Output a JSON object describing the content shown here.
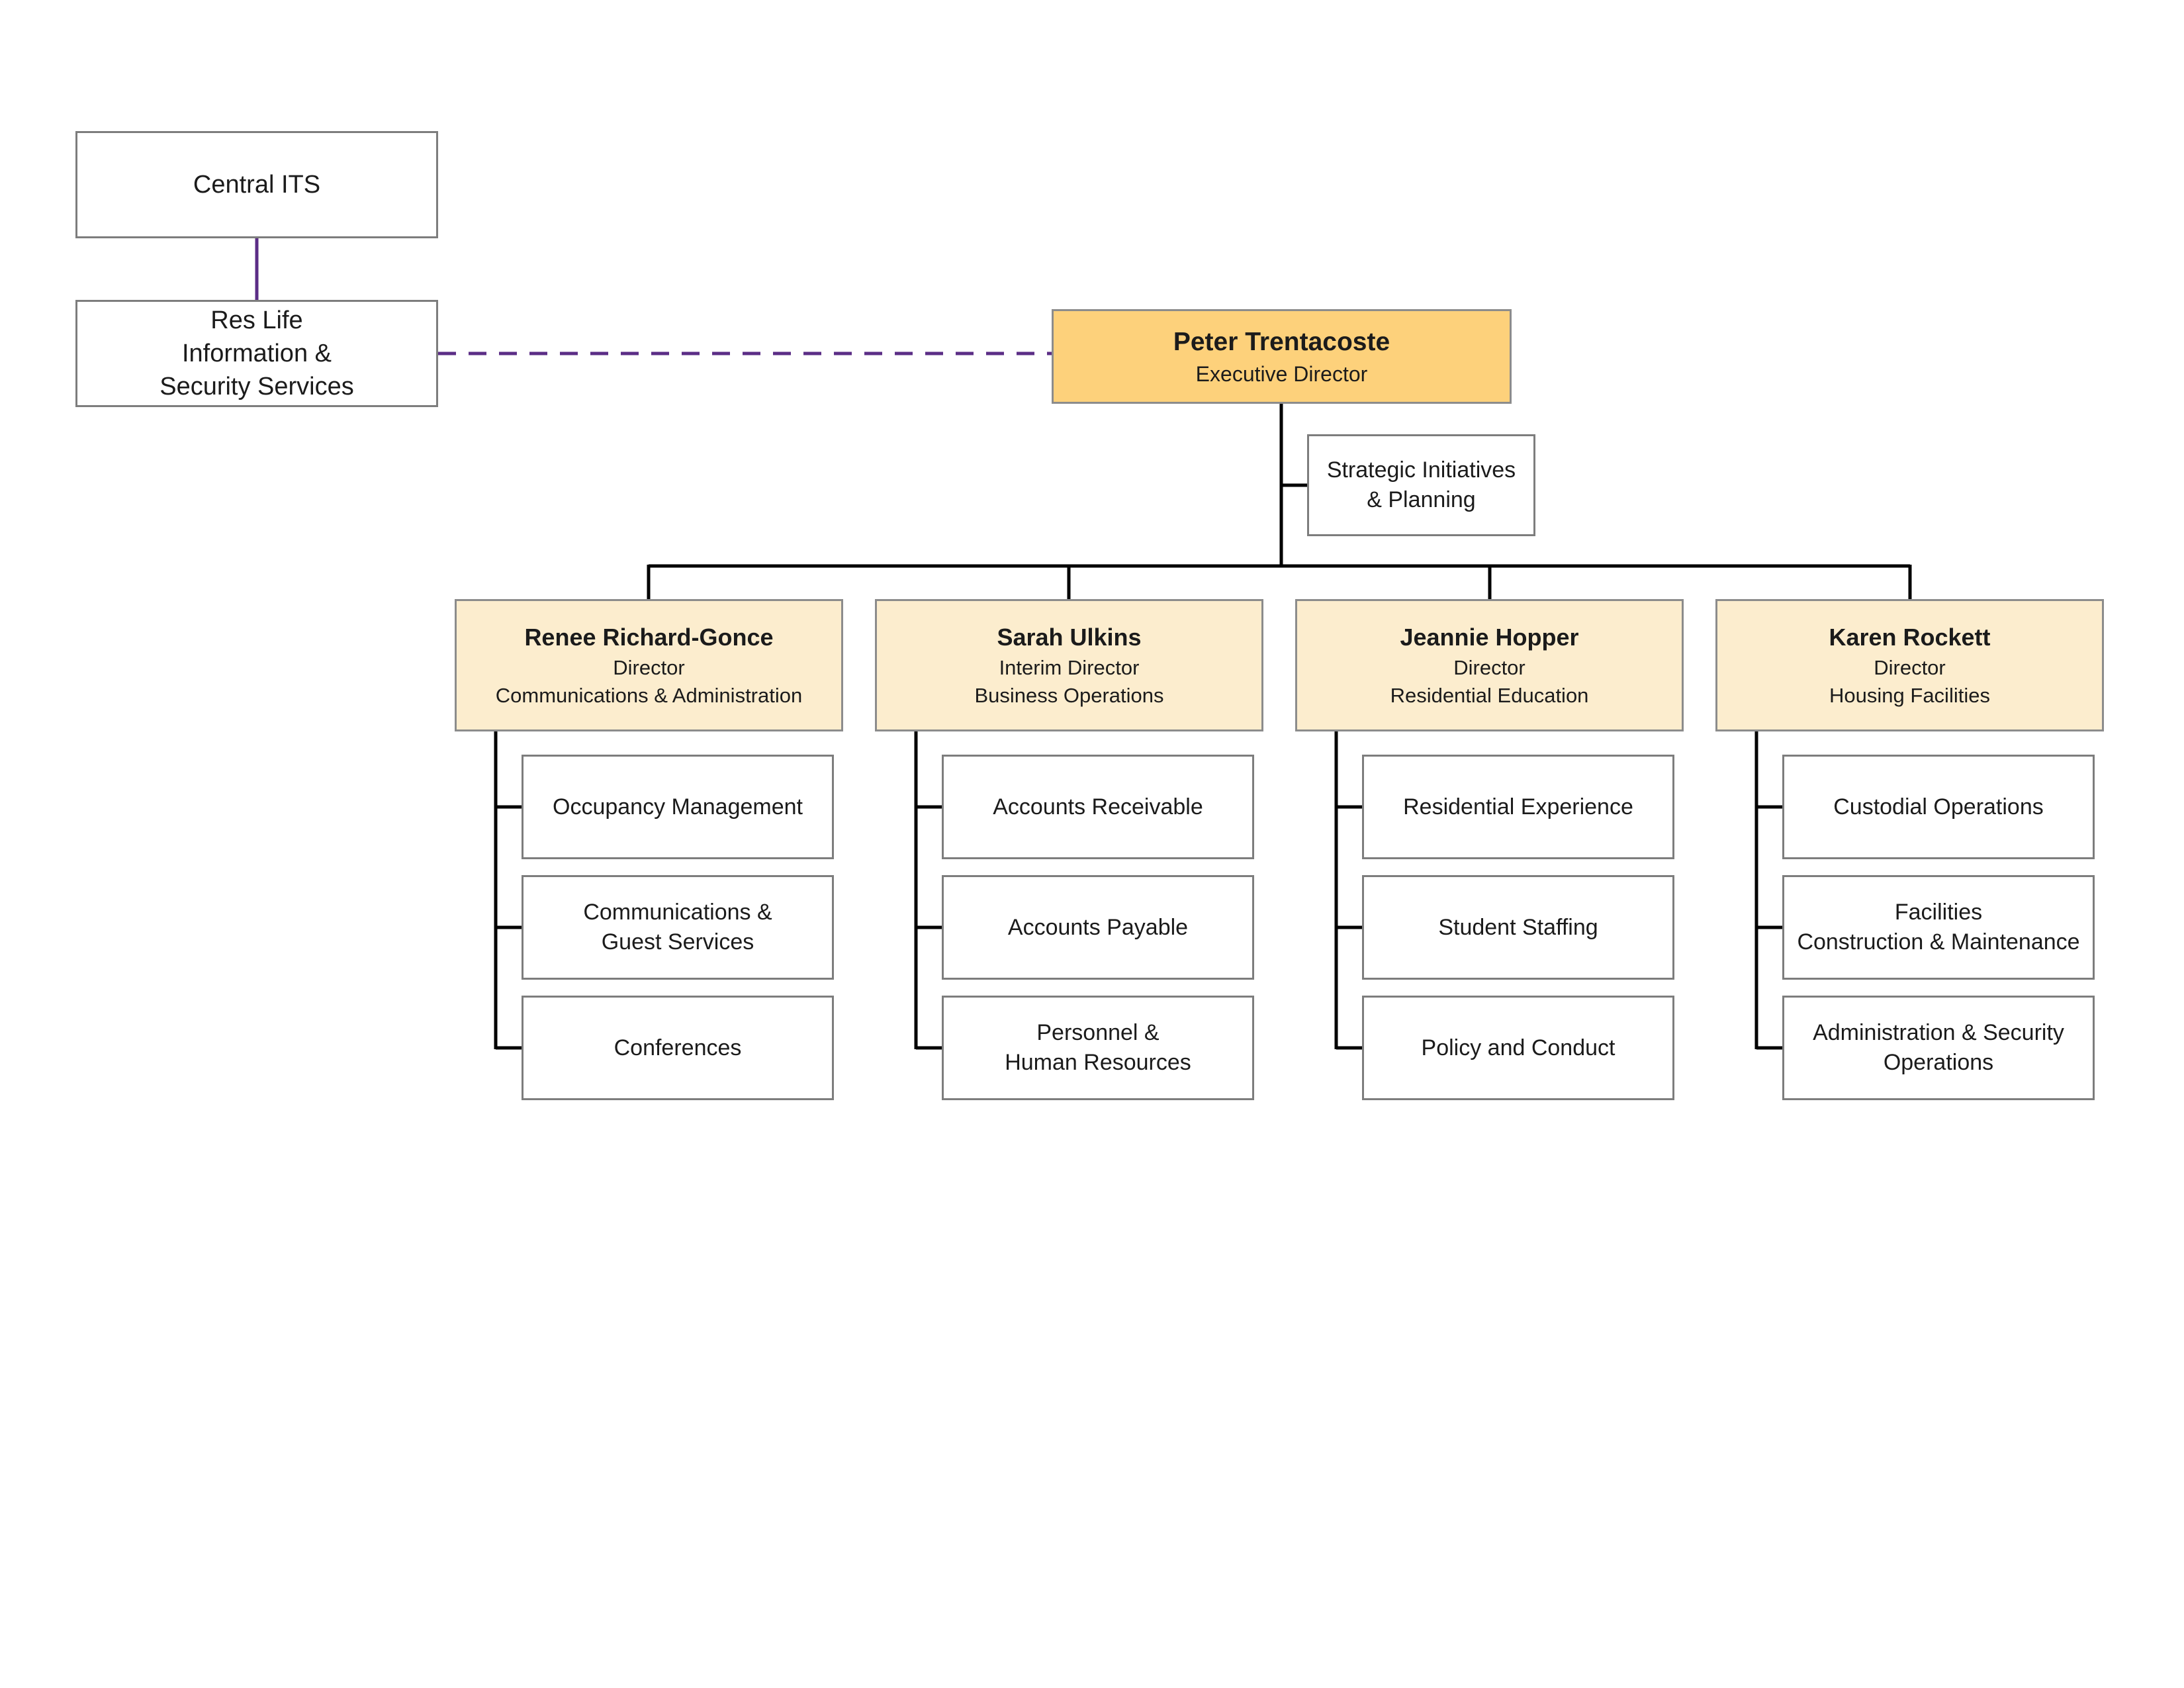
{
  "palette": {
    "executive_fill": "#fdd17b",
    "director_fill": "#fcedce",
    "white_box_fill": "#ffffff",
    "box_border_gray": "#8c8c8c",
    "connector_black": "#000000",
    "connector_purple": "#5b2d86",
    "text_color": "#1b1b1b"
  },
  "external": {
    "central_its": "Central ITS",
    "res_life": "Res Life\nInformation &\nSecurity Services"
  },
  "executive": {
    "name": "Peter Trentacoste",
    "title": "Executive Director"
  },
  "staff_office": {
    "label": "Strategic Initiatives\n& Planning"
  },
  "directors": [
    {
      "name": "Renee Richard-Gonce",
      "title": "Director",
      "department": "Communications & Administration",
      "reports": [
        "Occupancy Management",
        "Communications &\nGuest Services",
        "Conferences"
      ]
    },
    {
      "name": "Sarah Ulkins",
      "title": "Interim Director",
      "department": "Business Operations",
      "reports": [
        "Accounts Receivable",
        "Accounts Payable",
        "Personnel &\nHuman Resources"
      ]
    },
    {
      "name": "Jeannie Hopper",
      "title": "Director",
      "department": "Residential Education",
      "reports": [
        "Residential Experience",
        "Student Staffing",
        "Policy and Conduct"
      ]
    },
    {
      "name": "Karen Rockett",
      "title": "Director",
      "department": "Housing Facilities",
      "reports": [
        "Custodial Operations",
        "Facilities\nConstruction & Maintenance",
        "Administration & Security\nOperations"
      ]
    }
  ]
}
